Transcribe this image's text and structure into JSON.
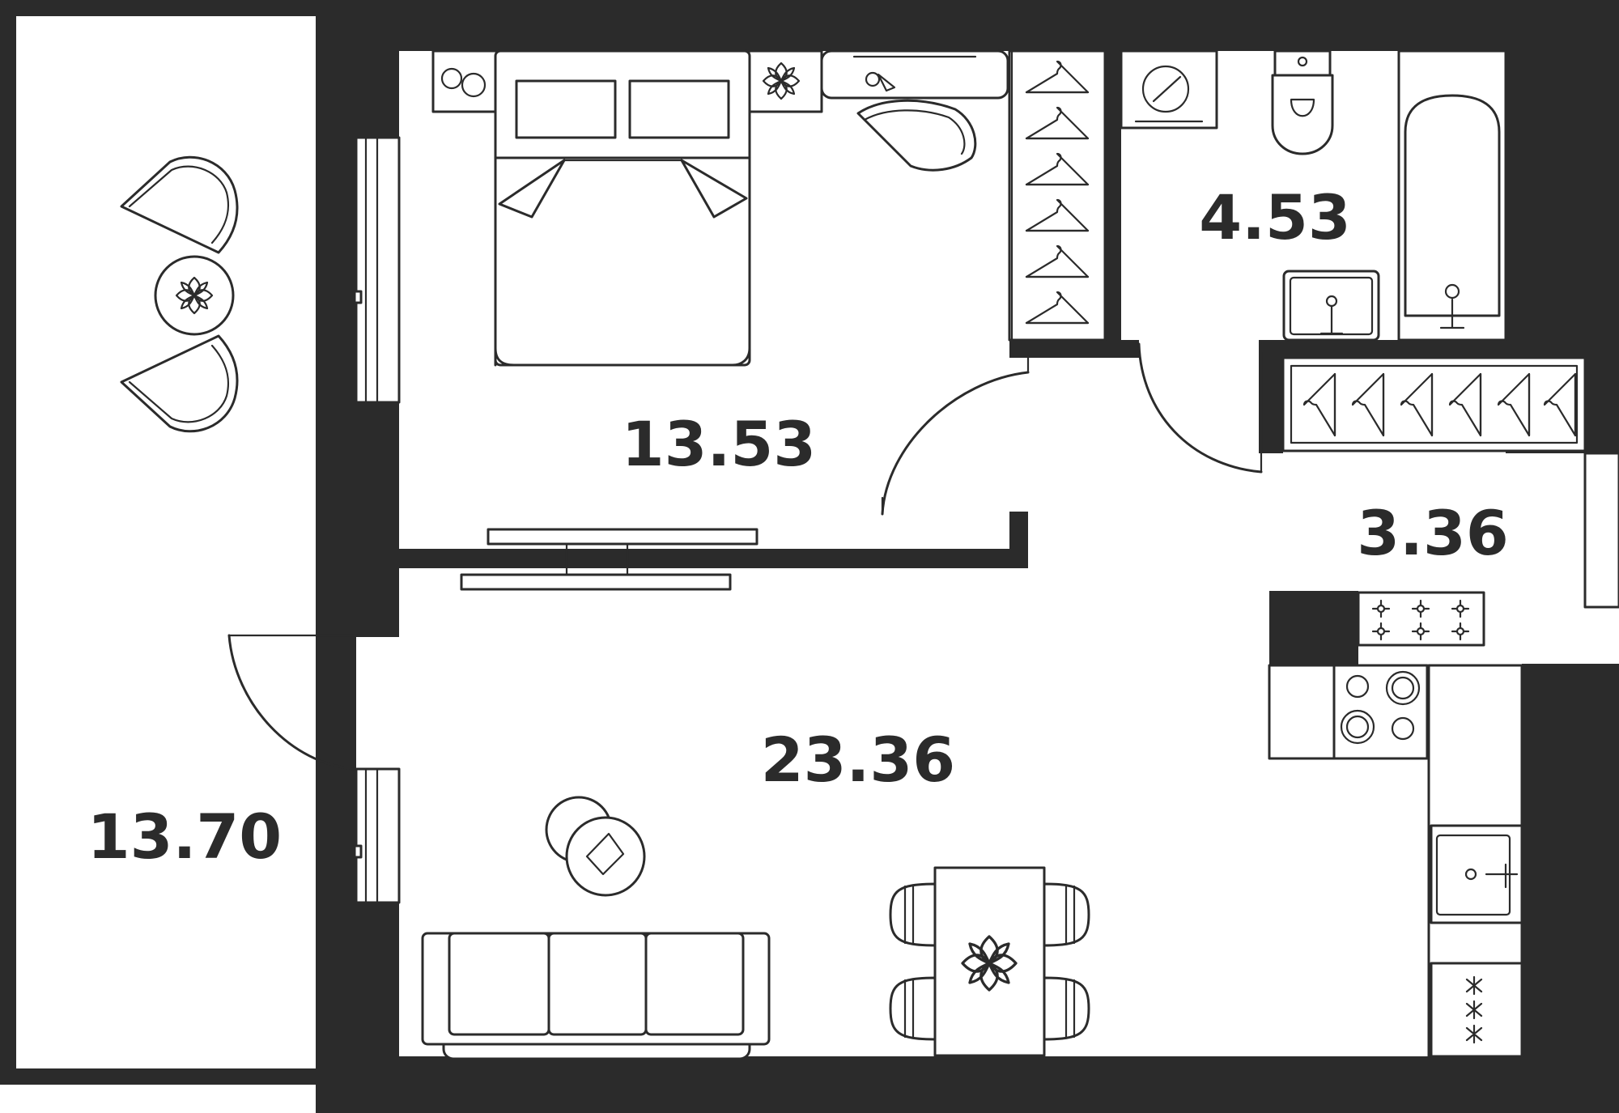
{
  "rooms": [
    {
      "id": "loggia",
      "area": "13.70"
    },
    {
      "id": "bedroom",
      "area": "13.53"
    },
    {
      "id": "bathroom",
      "area": "4.53"
    },
    {
      "id": "hallway",
      "area": "3.36"
    },
    {
      "id": "living-kitchen",
      "area": "23.36"
    }
  ],
  "colors": {
    "wall": "#2b2b2b",
    "background": "#ffffff"
  },
  "icons": [
    "armchair-icon",
    "flower-icon",
    "bed-icon",
    "desk-chair-icon",
    "hanger-icon",
    "washing-machine-icon",
    "toilet-icon",
    "bathtub-icon",
    "sink-icon",
    "stove-icon",
    "sofa-icon",
    "dining-table-icon",
    "door-arc-icon",
    "window-icon"
  ]
}
